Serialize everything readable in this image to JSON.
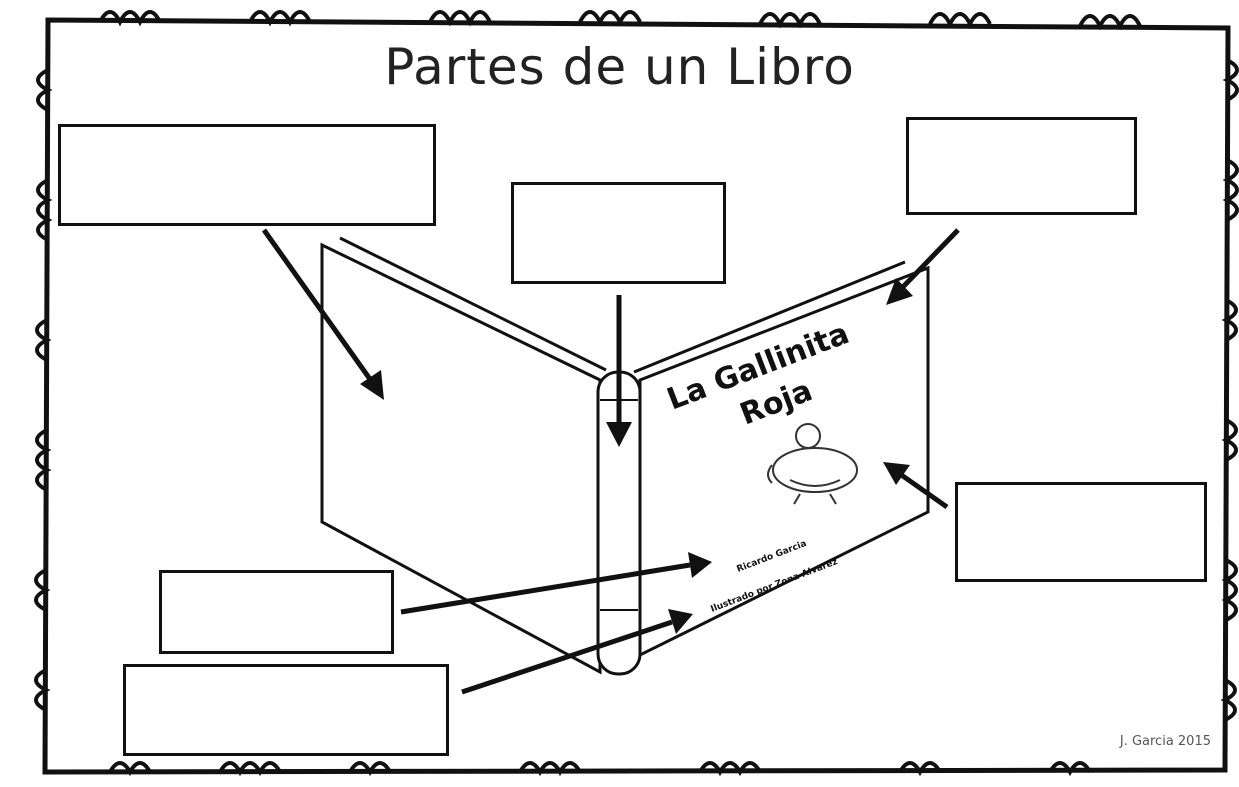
{
  "title": "Partes de un Libro",
  "book": {
    "title_line1": "La Gallinita",
    "title_line2": "Roja",
    "author_line": "Ricardo Garcia",
    "illustrator_line": "Ilustrado por Zona Alvarez"
  },
  "credit": "J. Garcia 2015",
  "label_boxes": [
    "",
    "",
    "",
    "",
    "",
    ""
  ]
}
